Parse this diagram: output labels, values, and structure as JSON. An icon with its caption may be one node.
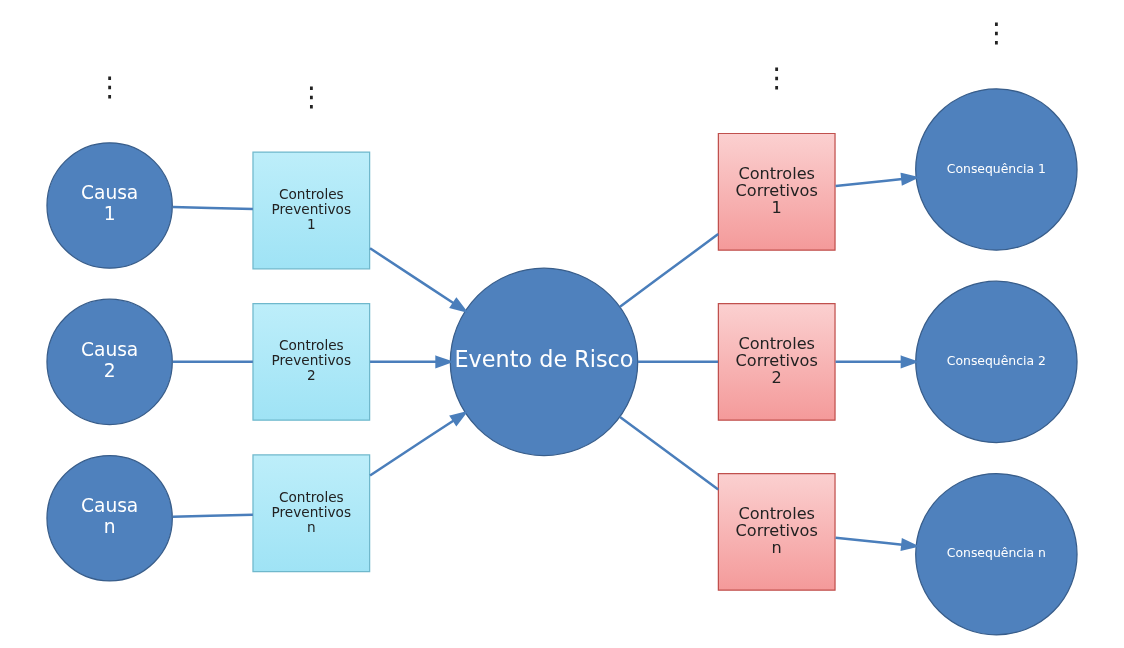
{
  "diagram": {
    "nodes": [
      {
        "text": [
          "Causa 1"
        ]
      },
      {
        "text": [
          "Controles Preventivos 1"
        ]
      },
      {
        "text": [
          "Causa 2"
        ]
      },
      {
        "text": [
          "Controles Preventivos 2"
        ]
      },
      {
        "text": [
          "Causa n"
        ]
      },
      {
        "text": [
          "Controles Preventivos n"
        ]
      },
      {
        "text": [
          "Evento de Risco"
        ]
      },
      {
        "text": [
          "Controles Corretivos 1"
        ]
      },
      {
        "text": [
          "Consequência 1"
        ]
      },
      {
        "text": [
          "Controles Corretivos 2"
        ]
      },
      {
        "text": [
          "Consequência 2"
        ]
      },
      {
        "text": [
          "Controles Corretivos n"
        ]
      },
      {
        "text": [
          "Consequência n"
        ]
      }
    ],
    "edges": [
      {
        "from": 0,
        "to": 1,
        "arrow": "none"
      },
      {
        "from": 1,
        "to": 6,
        "arrow": "to"
      },
      {
        "from": 2,
        "to": 3,
        "arrow": "none"
      },
      {
        "from": 3,
        "to": 6,
        "arrow": "to"
      },
      {
        "from": 4,
        "to": 5,
        "arrow": "none"
      },
      {
        "from": 5,
        "to": 6,
        "arrow": "to"
      },
      {
        "from": 6,
        "to": 7,
        "arrow": "none"
      },
      {
        "from": 7,
        "to": 8,
        "arrow": "to"
      },
      {
        "from": 6,
        "to": 9,
        "arrow": "none"
      },
      {
        "from": 9,
        "to": 10,
        "arrow": "to"
      },
      {
        "from": 6,
        "to": 11,
        "arrow": "none"
      },
      {
        "from": 11,
        "to": 12,
        "arrow": "to"
      }
    ],
    "labels": [
      "⋮",
      "⋮",
      "⋮",
      "⋮"
    ]
  }
}
